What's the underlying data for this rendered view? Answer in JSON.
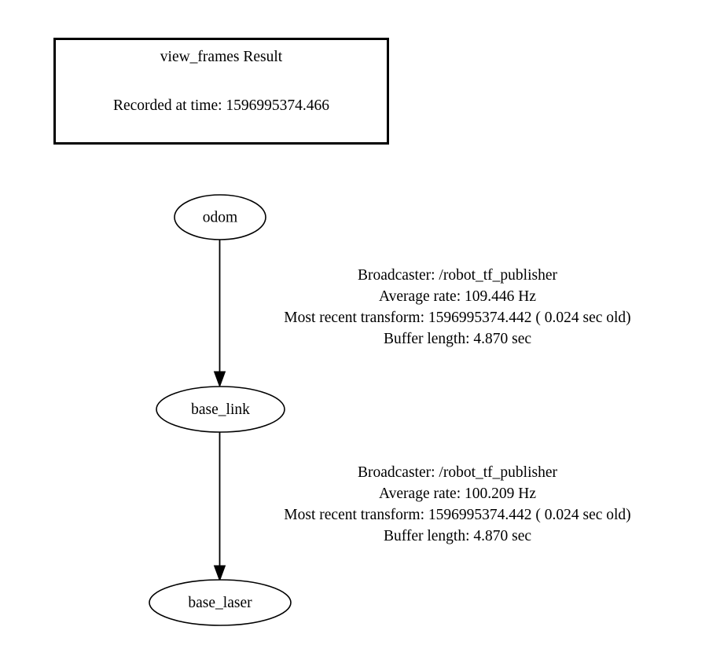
{
  "document": {
    "title": "view_frames Result",
    "background_color": "#ffffff",
    "foreground_color": "#000000"
  },
  "header_box": {
    "title": "view_frames Result",
    "recorded_at": "Recorded at time: 1596995374.466",
    "border_color": "#000000"
  },
  "nodes": [
    {
      "id": "odom",
      "label": "odom"
    },
    {
      "id": "base_link",
      "label": "base_link"
    },
    {
      "id": "base_laser",
      "label": "base_laser"
    }
  ],
  "edges": [
    {
      "from": "odom",
      "to": "base_link",
      "broadcaster": "Broadcaster: /robot_tf_publisher",
      "average_rate": "Average rate: 109.446 Hz",
      "most_recent_transform": "Most recent transform: 1596995374.442 ( 0.024 sec old)",
      "buffer_length": "Buffer length: 4.870 sec"
    },
    {
      "from": "base_link",
      "to": "base_laser",
      "broadcaster": "Broadcaster: /robot_tf_publisher",
      "average_rate": "Average rate: 100.209 Hz",
      "most_recent_transform": "Most recent transform: 1596995374.442 ( 0.024 sec old)",
      "buffer_length": "Buffer length: 4.870 sec"
    }
  ]
}
